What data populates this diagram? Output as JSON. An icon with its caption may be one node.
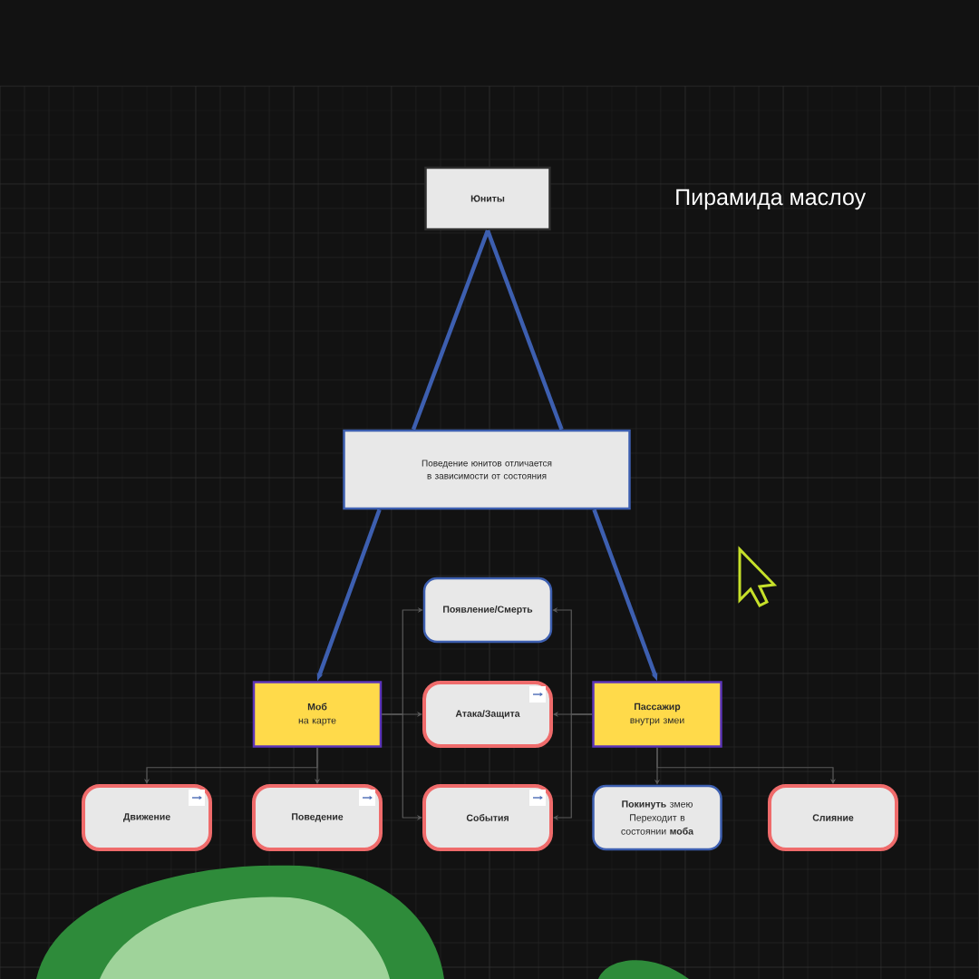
{
  "diagram": {
    "title": "Пирамида маслоу",
    "nodes": [
      {
        "text": [
          "Юниты"
        ]
      },
      {
        "text": [
          "Поведение юнитов отличается в зависимости от состояния"
        ]
      },
      {
        "text": [
          "Появление/Смерть"
        ]
      },
      {
        "text": [
          "Моб",
          "на карте"
        ]
      },
      {
        "text": [
          "Атака/Защита"
        ]
      },
      {
        "text": [
          "Пассажир",
          "внутри змеи"
        ]
      },
      {
        "text": [
          "Движение"
        ]
      },
      {
        "text": [
          "Поведение"
        ]
      },
      {
        "text": [
          "События"
        ]
      },
      {
        "text": [
          "**Покинуть** змею Переходит в состоянии **моба**"
        ]
      },
      {
        "text": [
          "Слияние"
        ]
      }
    ],
    "edges": [
      {
        "from": 0,
        "to": 1,
        "arrow": "none",
        "style": "thick",
        "color": "#3d5fb0"
      },
      {
        "from": 0,
        "to": 1,
        "arrow": "none",
        "style": "thick",
        "color": "#3d5fb0"
      },
      {
        "from": 1,
        "to": 3,
        "arrow": "to",
        "style": "thick",
        "color": "#3d5fb0"
      },
      {
        "from": 1,
        "to": 5,
        "arrow": "to",
        "style": "thick",
        "color": "#3d5fb0"
      },
      {
        "from": 3,
        "to": 2,
        "arrow": "to"
      },
      {
        "from": 3,
        "to": 4,
        "arrow": "to"
      },
      {
        "from": 3,
        "to": 8,
        "arrow": "to"
      },
      {
        "from": 5,
        "to": 2,
        "arrow": "to"
      },
      {
        "from": 5,
        "to": 4,
        "arrow": "to"
      },
      {
        "from": 5,
        "to": 8,
        "arrow": "to"
      },
      {
        "from": 3,
        "to": 6,
        "arrow": "to"
      },
      {
        "from": 3,
        "to": 7,
        "arrow": "to"
      },
      {
        "from": 5,
        "to": 9,
        "arrow": "to"
      },
      {
        "from": 5,
        "to": 10,
        "arrow": "to"
      }
    ]
  }
}
